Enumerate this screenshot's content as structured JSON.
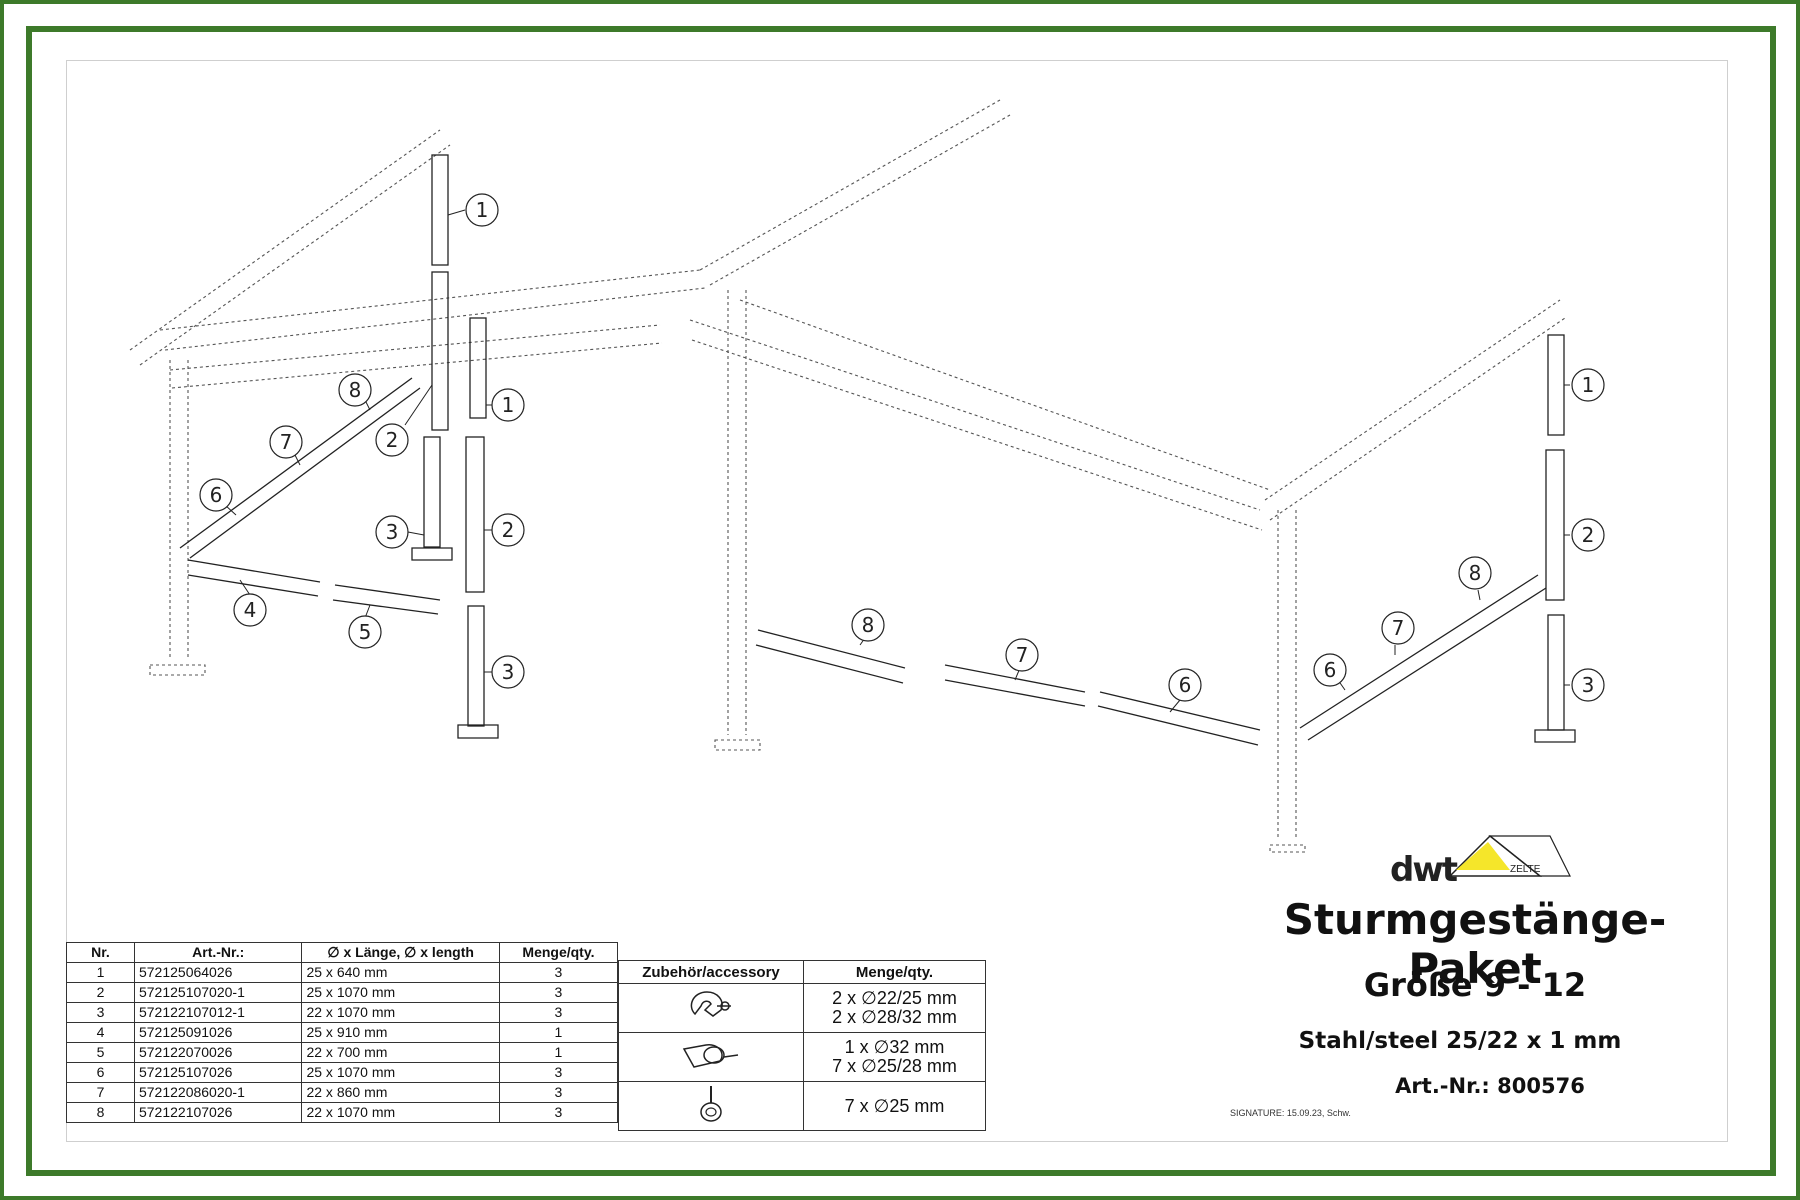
{
  "diagram": {
    "callouts": [
      "1",
      "2",
      "3",
      "4",
      "5",
      "6",
      "7",
      "8"
    ]
  },
  "brand": {
    "logo_text": "dwt",
    "logo_sub": "ZELTE",
    "accent_color": "#f5e62a",
    "frame_color": "#3d7a2a"
  },
  "product": {
    "title": "Sturmgestänge-Paket",
    "size": "Größe 9 - 12",
    "material": "Stahl/steel 25/22 x 1 mm",
    "article": "Art.-Nr.: 800576",
    "signature": "SIGNATURE: 15.09.23, Schw."
  },
  "parts_table": {
    "headers": [
      "Nr.",
      "Art.-Nr.:",
      "∅ x Länge, ∅ x length",
      "Menge/qty."
    ],
    "rows": [
      [
        "1",
        "572125064026",
        "25 x 640 mm",
        "3"
      ],
      [
        "2",
        "572125107020-1",
        "25 x 1070 mm",
        "3"
      ],
      [
        "3",
        "572122107012-1",
        "22 x 1070 mm",
        "3"
      ],
      [
        "4",
        "572125091026",
        "25 x 910 mm",
        "1"
      ],
      [
        "5",
        "572122070026",
        "22 x 700 mm",
        "1"
      ],
      [
        "6",
        "572125107026",
        "25 x 1070 mm",
        "3"
      ],
      [
        "7",
        "572122086020-1",
        "22 x 860 mm",
        "3"
      ],
      [
        "8",
        "572122107026",
        "22 x 1070 mm",
        "3"
      ]
    ]
  },
  "accessory_table": {
    "headers": [
      "Zubehör/accessory",
      "Menge/qty."
    ],
    "rows": [
      {
        "icon": "clamp-icon",
        "line1": "2 x ∅22/25 mm",
        "line2": "2 x ∅28/32 mm"
      },
      {
        "icon": "pipe-clip-icon",
        "line1": "1 x ∅32 mm",
        "line2": "7 x ∅25/28 mm"
      },
      {
        "icon": "ring-hook-icon",
        "line1": "7 x ∅25 mm",
        "line2": ""
      }
    ]
  }
}
